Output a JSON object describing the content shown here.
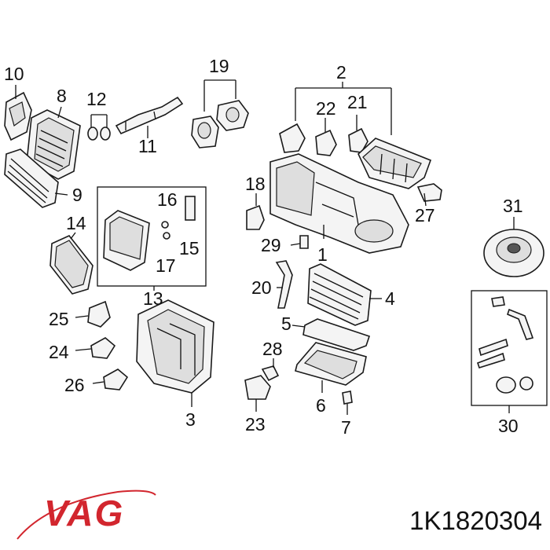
{
  "labels": {
    "l1": "1",
    "l2": "2",
    "l3": "3",
    "l4": "4",
    "l5": "5",
    "l6": "6",
    "l7": "7",
    "l8": "8",
    "l9": "9",
    "l10": "10",
    "l11": "11",
    "l12": "12",
    "l13": "13",
    "l14": "14",
    "l15": "15",
    "l16": "16",
    "l17": "17",
    "l18": "18",
    "l19": "19",
    "l20": "20",
    "l21": "21",
    "l22": "22",
    "l23": "23",
    "l24": "24",
    "l25": "25",
    "l26": "26",
    "l27": "27",
    "l28": "28",
    "l29": "29",
    "l30": "30",
    "l31": "31"
  },
  "footer": {
    "brand": "VAG",
    "part_number": "1K1820304"
  },
  "colors": {
    "brand": "#d2262e",
    "ink": "#111111"
  }
}
